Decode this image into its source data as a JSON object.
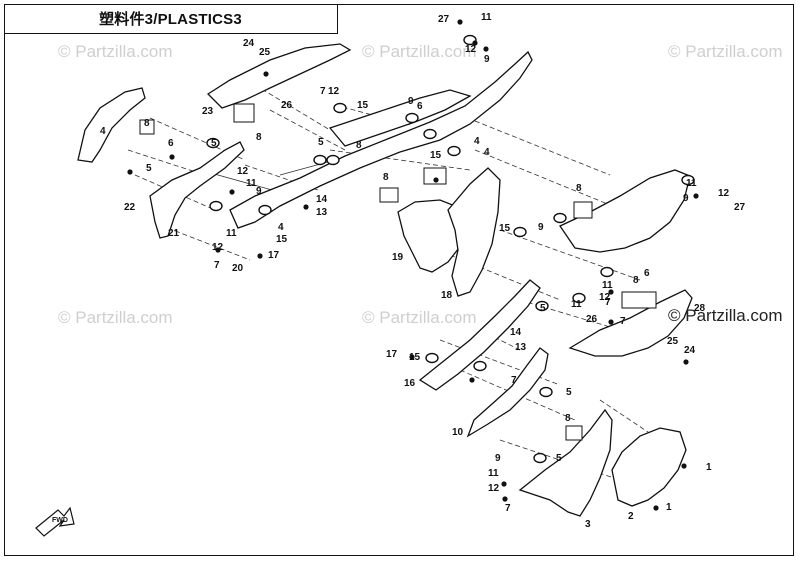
{
  "title": "塑料件3/PLASTICS3",
  "watermark": "© Partzilla.com",
  "fwd_label": "FWD",
  "callouts": [
    {
      "id": "c27a",
      "text": "27"
    },
    {
      "id": "c11a",
      "text": "11"
    },
    {
      "id": "c12a",
      "text": "12"
    },
    {
      "id": "c9a",
      "text": "9"
    },
    {
      "id": "c24a",
      "text": "24"
    },
    {
      "id": "c25a",
      "text": "25"
    },
    {
      "id": "c23",
      "text": "23"
    },
    {
      "id": "c26a",
      "text": "26"
    },
    {
      "id": "c8a",
      "text": "8"
    },
    {
      "id": "c4a",
      "text": "4"
    },
    {
      "id": "c8b",
      "text": "8"
    },
    {
      "id": "c6a",
      "text": "6"
    },
    {
      "id": "c5a",
      "text": "5"
    },
    {
      "id": "c5b",
      "text": "5"
    },
    {
      "id": "c22",
      "text": "22"
    },
    {
      "id": "c21",
      "text": "21"
    },
    {
      "id": "c7a",
      "text": "7"
    },
    {
      "id": "c12b",
      "text": "12"
    },
    {
      "id": "c15a",
      "text": "15"
    },
    {
      "id": "c9b",
      "text": "9"
    },
    {
      "id": "c6b",
      "text": "6"
    },
    {
      "id": "c5c",
      "text": "5"
    },
    {
      "id": "c8c",
      "text": "8"
    },
    {
      "id": "c12c",
      "text": "12"
    },
    {
      "id": "c11b",
      "text": "11"
    },
    {
      "id": "c9c",
      "text": "9"
    },
    {
      "id": "c14a",
      "text": "14"
    },
    {
      "id": "c13a",
      "text": "13"
    },
    {
      "id": "c4b",
      "text": "4"
    },
    {
      "id": "c15b",
      "text": "15"
    },
    {
      "id": "c11c",
      "text": "11"
    },
    {
      "id": "c12d",
      "text": "12"
    },
    {
      "id": "c7b",
      "text": "7"
    },
    {
      "id": "c20",
      "text": "20"
    },
    {
      "id": "c17a",
      "text": "17"
    },
    {
      "id": "c8d",
      "text": "8"
    },
    {
      "id": "c15c",
      "text": "15"
    },
    {
      "id": "c4c",
      "text": "4"
    },
    {
      "id": "c4d",
      "text": "4"
    },
    {
      "id": "c19",
      "text": "19"
    },
    {
      "id": "c18",
      "text": "18"
    },
    {
      "id": "c8e",
      "text": "8"
    },
    {
      "id": "c9d",
      "text": "9"
    },
    {
      "id": "c11d",
      "text": "11"
    },
    {
      "id": "c12e",
      "text": "12"
    },
    {
      "id": "c27b",
      "text": "27"
    },
    {
      "id": "c15d",
      "text": "15"
    },
    {
      "id": "c9e",
      "text": "9"
    },
    {
      "id": "c6c",
      "text": "6"
    },
    {
      "id": "c11e",
      "text": "11"
    },
    {
      "id": "c12f",
      "text": "12"
    },
    {
      "id": "c8f",
      "text": "8"
    },
    {
      "id": "c7c",
      "text": "7"
    },
    {
      "id": "c5d",
      "text": "5"
    },
    {
      "id": "c11f",
      "text": "11"
    },
    {
      "id": "c26b",
      "text": "26"
    },
    {
      "id": "c7d",
      "text": "7"
    },
    {
      "id": "c28",
      "text": "28"
    },
    {
      "id": "c14b",
      "text": "14"
    },
    {
      "id": "c13b",
      "text": "13"
    },
    {
      "id": "c17b",
      "text": "17"
    },
    {
      "id": "c15e",
      "text": "15"
    },
    {
      "id": "c16",
      "text": "16"
    },
    {
      "id": "c25b",
      "text": "25"
    },
    {
      "id": "c24b",
      "text": "24"
    },
    {
      "id": "c7e",
      "text": "7"
    },
    {
      "id": "c5e",
      "text": "5"
    },
    {
      "id": "c10",
      "text": "10"
    },
    {
      "id": "c8g",
      "text": "8"
    },
    {
      "id": "c9f",
      "text": "9"
    },
    {
      "id": "c11g",
      "text": "11"
    },
    {
      "id": "c12g",
      "text": "12"
    },
    {
      "id": "c7f",
      "text": "7"
    },
    {
      "id": "c5f",
      "text": "5"
    },
    {
      "id": "c3",
      "text": "3"
    },
    {
      "id": "c2",
      "text": "2"
    },
    {
      "id": "c1a",
      "text": "1"
    },
    {
      "id": "c1b",
      "text": "1"
    }
  ]
}
